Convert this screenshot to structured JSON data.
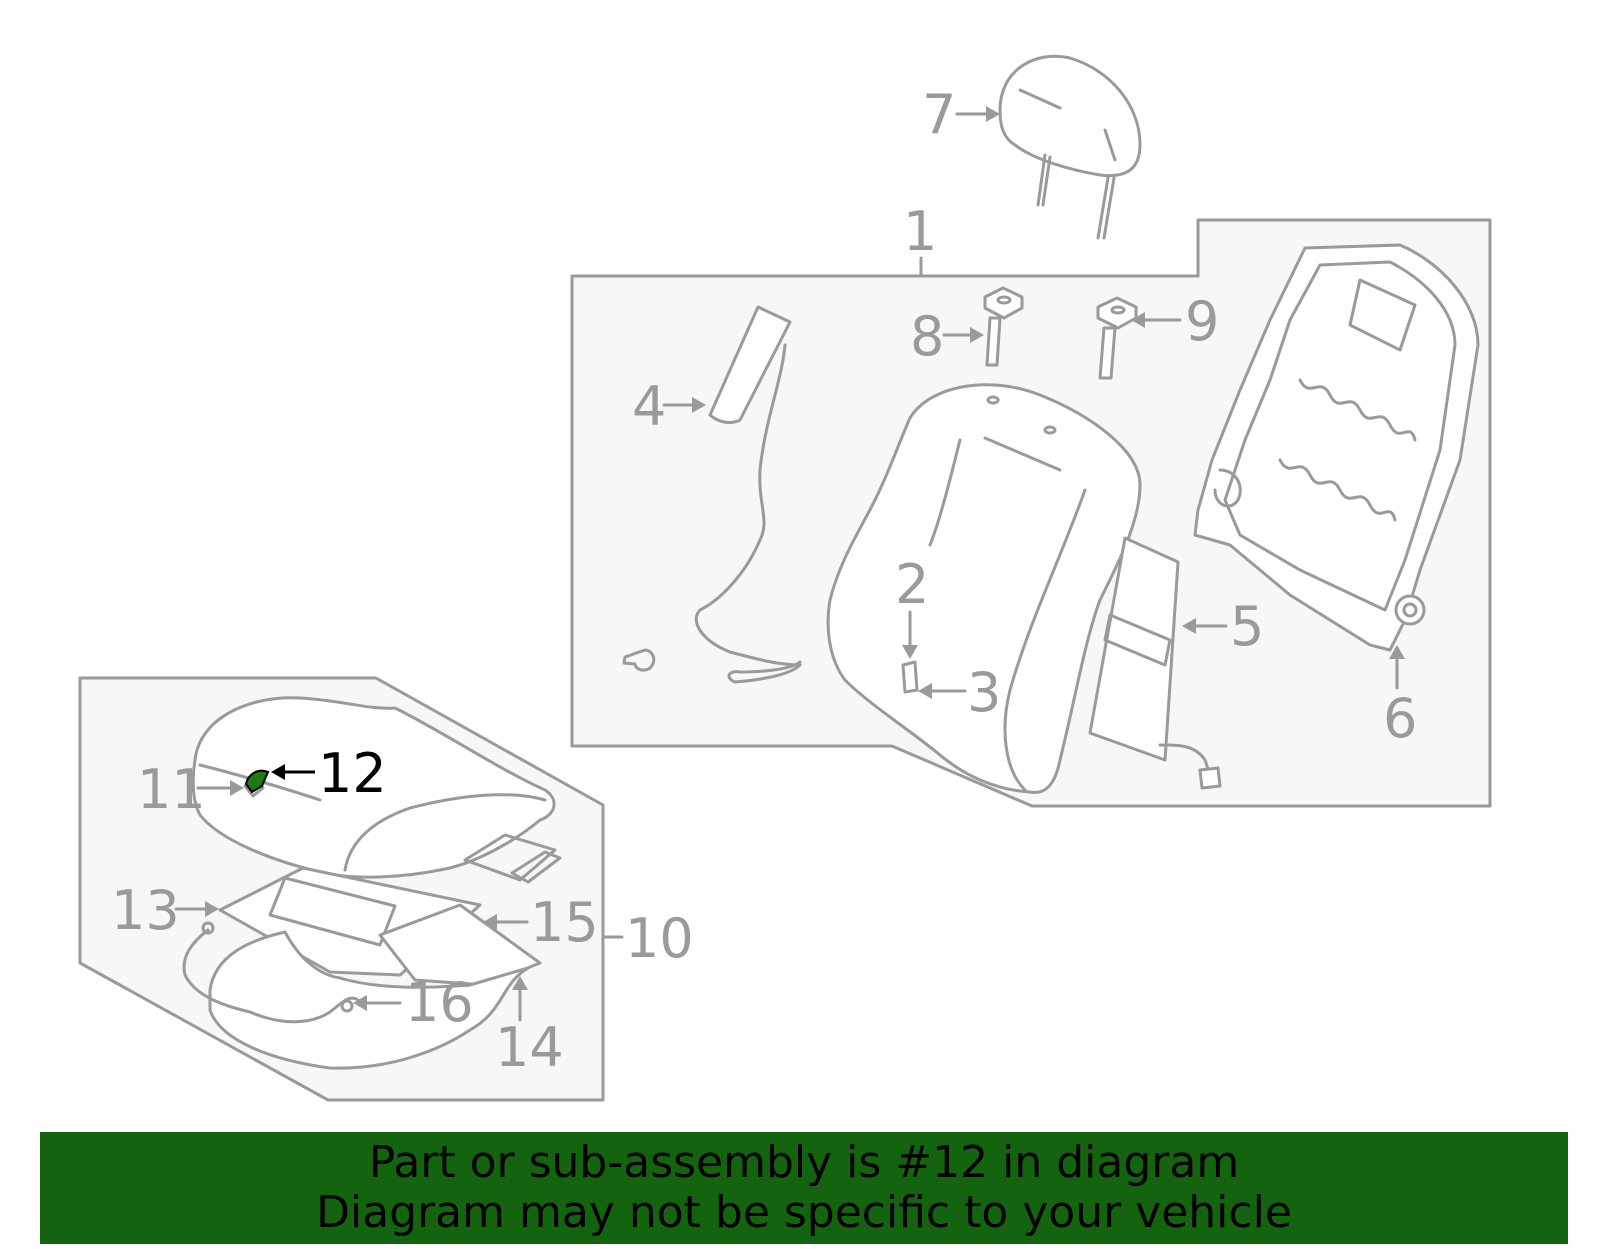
{
  "diagram": {
    "callouts": [
      {
        "id": "1",
        "text": "1"
      },
      {
        "id": "2",
        "text": "2"
      },
      {
        "id": "3",
        "text": "3"
      },
      {
        "id": "4",
        "text": "4"
      },
      {
        "id": "5",
        "text": "5"
      },
      {
        "id": "6",
        "text": "6"
      },
      {
        "id": "7",
        "text": "7"
      },
      {
        "id": "8",
        "text": "8"
      },
      {
        "id": "9",
        "text": "9"
      },
      {
        "id": "10",
        "text": "10"
      },
      {
        "id": "11",
        "text": "11"
      },
      {
        "id": "12",
        "text": "12"
      },
      {
        "id": "13",
        "text": "13"
      },
      {
        "id": "14",
        "text": "14"
      },
      {
        "id": "15",
        "text": "15"
      },
      {
        "id": "16",
        "text": "16"
      }
    ],
    "highlighted_callout": "12",
    "highlight_color": "#1e7a14",
    "line_color": "#9a9a9a"
  },
  "banner": {
    "line1": "Part or sub-assembly is #12 in diagram",
    "line2": "Diagram may not be specific to your vehicle",
    "background": "#14640f"
  }
}
